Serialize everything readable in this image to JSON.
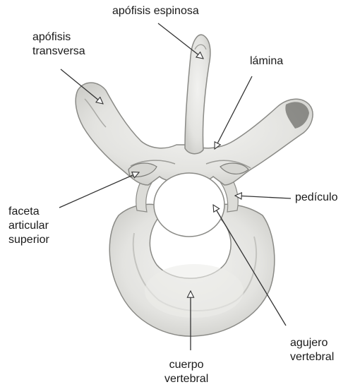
{
  "labels": {
    "spinous": [
      "apófisis espinosa"
    ],
    "transverse": [
      "apófisis",
      "transversa"
    ],
    "lamina": [
      "lámina"
    ],
    "pedicle": [
      "pedículo"
    ],
    "facet": [
      "faceta",
      "articular",
      "superior"
    ],
    "foramen": [
      "agujero",
      "vertebral"
    ],
    "body": [
      "cuerpo",
      "vertebral"
    ]
  },
  "colors": {
    "background": "#ffffff",
    "bone_fill": "#e6e6e3",
    "bone_shadow": "#b9b9b5",
    "bone_outline": "#8a8a86",
    "leader_line": "#333333",
    "text": "#1a1a1a"
  }
}
